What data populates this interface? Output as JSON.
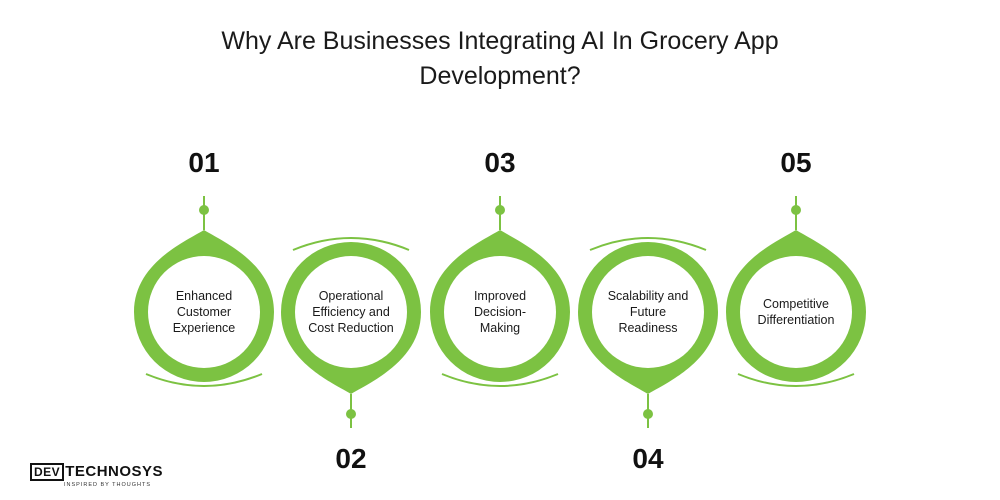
{
  "title_lines": [
    "Why Are Businesses Integrating AI In Grocery App",
    "Development?"
  ],
  "accent_color": "#7cc242",
  "stages": [
    {
      "number": "01",
      "lines": [
        "Enhanced",
        "Customer",
        "Experience"
      ]
    },
    {
      "number": "02",
      "lines": [
        "Operational",
        "Efficiency and",
        "Cost Reduction"
      ]
    },
    {
      "number": "03",
      "lines": [
        "Improved",
        "Decision-",
        "Making"
      ]
    },
    {
      "number": "04",
      "lines": [
        "Scalability and",
        "Future",
        "Readiness"
      ]
    },
    {
      "number": "05",
      "lines": [
        "Competitive",
        "Differentiation"
      ]
    }
  ],
  "logo": {
    "name": "DEV TECHNOSYS",
    "mark": "DEV",
    "rest": "TECHNOSYS",
    "tagline": "INSPIRED BY THOUGHTS"
  }
}
